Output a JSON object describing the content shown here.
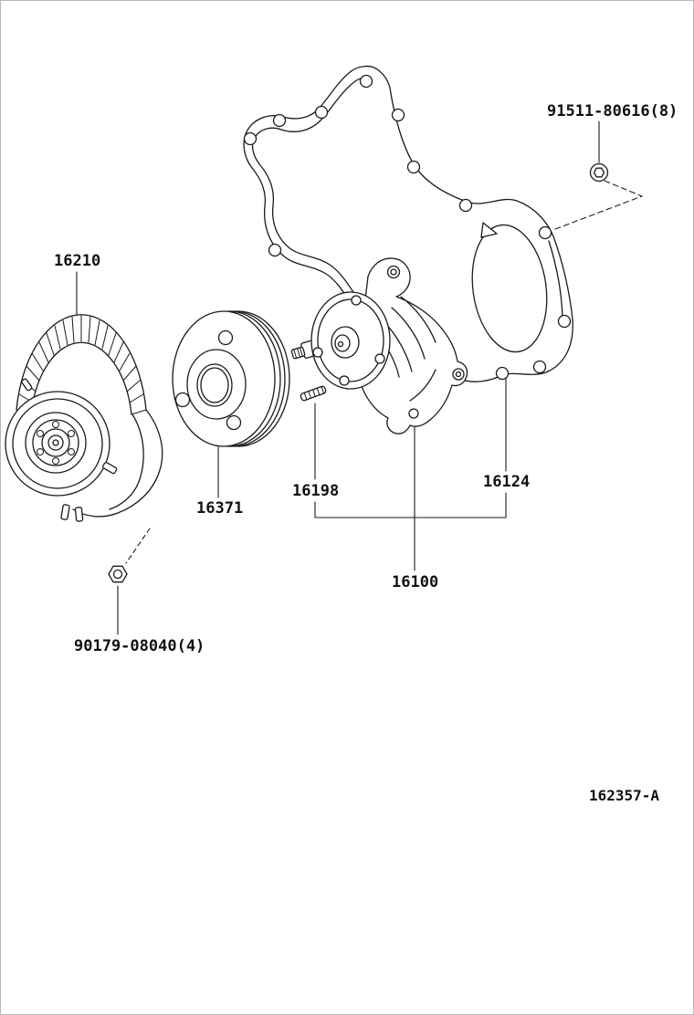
{
  "diagram": {
    "figure_code": "162357-A",
    "colors": {
      "line": "#1a1a1a",
      "background": "#ffffff"
    },
    "parts": [
      {
        "label": "16210",
        "name": "fan-clutch"
      },
      {
        "label": "16371",
        "name": "pulley"
      },
      {
        "label": "16198",
        "name": "stud-bolt"
      },
      {
        "label": "16124",
        "name": "gasket"
      },
      {
        "label": "16100",
        "name": "water-pump-assembly"
      },
      {
        "label": "91511-80616(8)",
        "name": "bolt-with-washer"
      },
      {
        "label": "90179-08040(4)",
        "name": "nut"
      }
    ]
  }
}
